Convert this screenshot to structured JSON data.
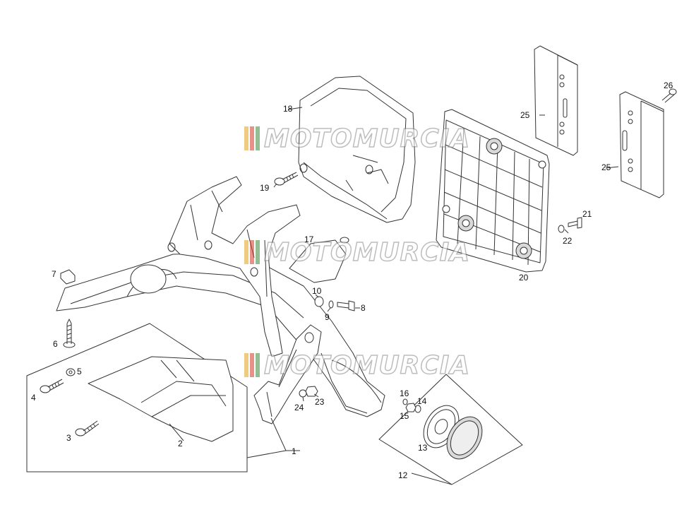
{
  "watermark": {
    "text": "MOTOMURCIA",
    "flag_colors": [
      "#e2a21a",
      "#d43a2a",
      "#3a8a3a"
    ]
  },
  "part_labels": [
    "1",
    "2",
    "3",
    "4",
    "5",
    "6",
    "7",
    "8",
    "9",
    "10",
    "12",
    "13",
    "14",
    "15",
    "16",
    "17",
    "18",
    "19",
    "20",
    "21",
    "22",
    "23",
    "24",
    "25",
    "25",
    "26"
  ],
  "colors": {
    "line": "#333333",
    "fill": "#ffffff",
    "shade": "#d9d9d9"
  }
}
